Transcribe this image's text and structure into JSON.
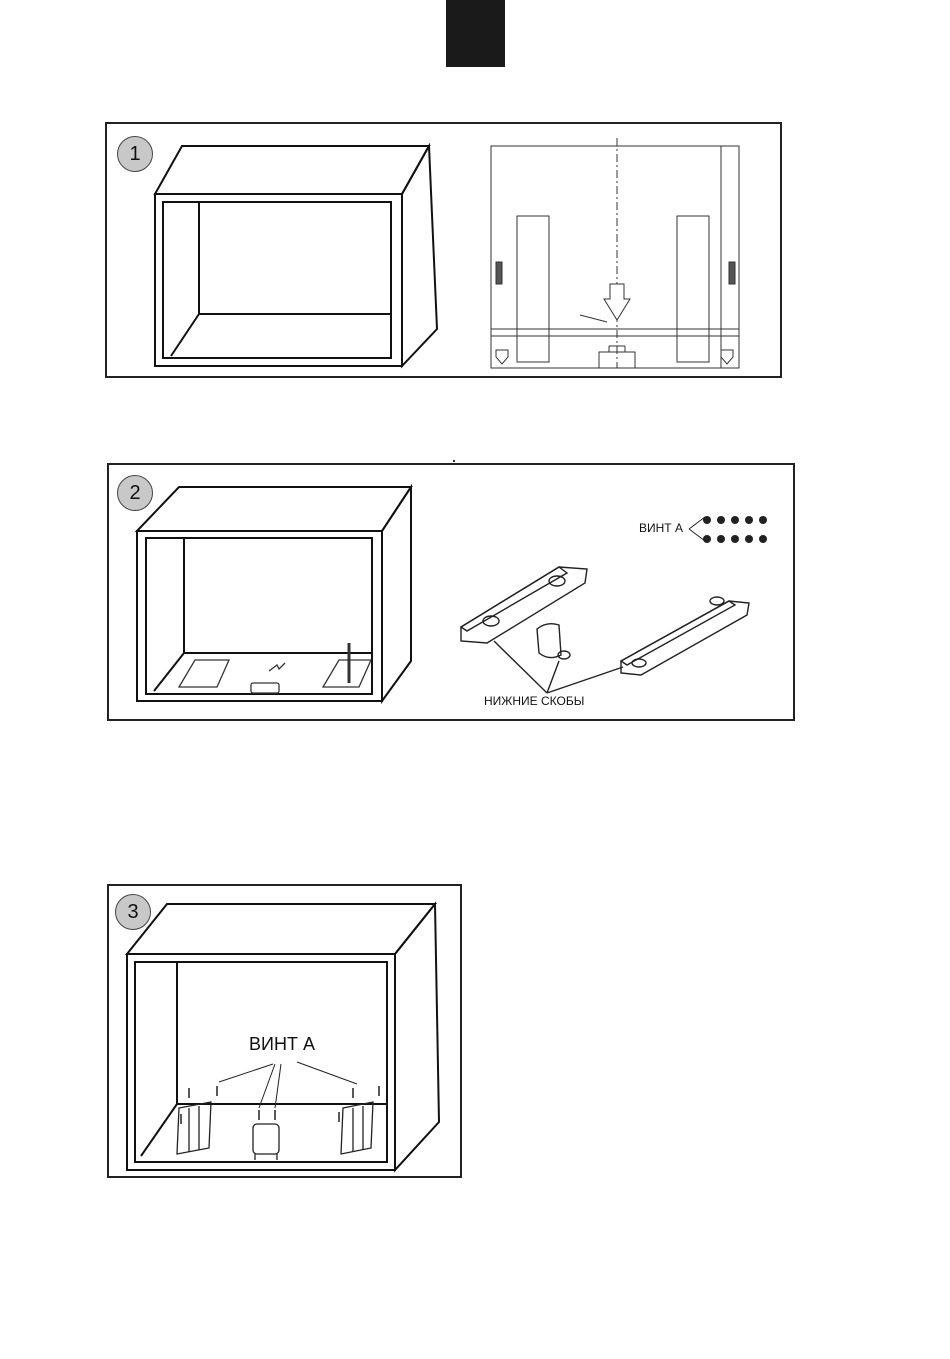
{
  "page": {
    "tab_color": "#1a1a1a"
  },
  "figures": [
    {
      "step": "1",
      "badge_color": "#c8c8c8"
    },
    {
      "step": "2",
      "screw_label": "ВИНТ А",
      "brackets_label": "НИЖНИЕ СКОБЫ"
    },
    {
      "step": "3",
      "screw_label": "ВИНТ А"
    }
  ]
}
